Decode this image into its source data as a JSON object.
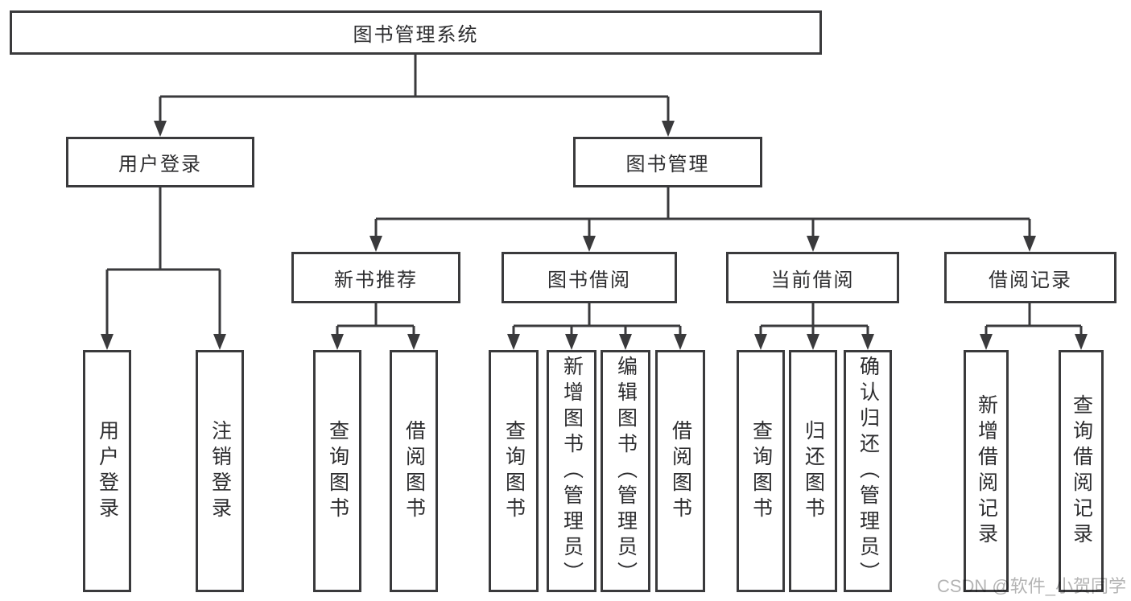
{
  "colors": {
    "line": "#3a3a3c",
    "text": "#2d2d2f",
    "watermark": "#b4b4b4",
    "background": "#ffffff"
  },
  "tree": {
    "label": "图书管理系统",
    "children": [
      {
        "label": "用户登录",
        "children": [
          {
            "label": "用户登录"
          },
          {
            "label": "注销登录"
          }
        ]
      },
      {
        "label": "图书管理",
        "children": [
          {
            "label": "新书推荐",
            "children": [
              {
                "label": "查询图书"
              },
              {
                "label": "借阅图书"
              }
            ]
          },
          {
            "label": "图书借阅",
            "children": [
              {
                "label": "查询图书"
              },
              {
                "label": "新增图书（管理员）"
              },
              {
                "label": "编辑图书（管理员）"
              },
              {
                "label": "借阅图书"
              }
            ]
          },
          {
            "label": "当前借阅",
            "children": [
              {
                "label": "查询图书"
              },
              {
                "label": "归还图书"
              },
              {
                "label": "确认归还（管理员）"
              }
            ]
          },
          {
            "label": "借阅记录",
            "children": [
              {
                "label": "新增借阅记录"
              },
              {
                "label": "查询借阅记录"
              }
            ]
          }
        ]
      }
    ]
  },
  "watermark": {
    "text": "CSDN @软件_小贺同学"
  }
}
